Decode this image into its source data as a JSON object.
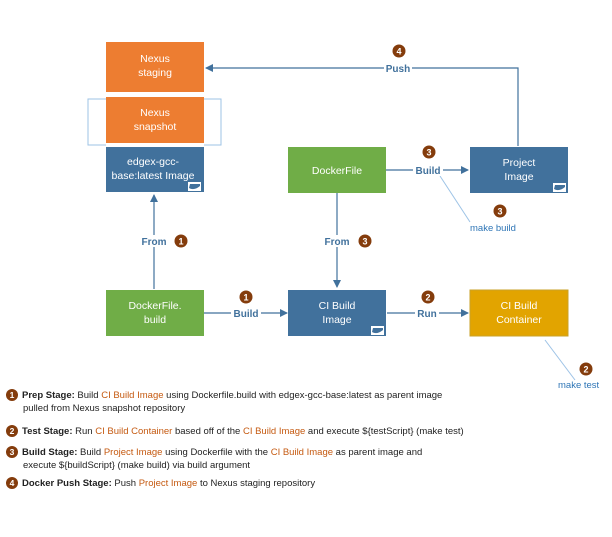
{
  "boxes": {
    "nexus_staging": {
      "line1": "Nexus",
      "line2": "staging"
    },
    "nexus_snapshot": {
      "line1": "Nexus",
      "line2": "snapshot"
    },
    "base_image": {
      "line1": "edgex-gcc-",
      "line2": "base:latest Image"
    },
    "dockerfile": {
      "line1": "DockerFile"
    },
    "project_image": {
      "line1": "Project",
      "line2": "Image"
    },
    "dockerfile_build": {
      "line1": "DockerFile.",
      "line2": "build"
    },
    "ci_build_image": {
      "line1": "CI Build",
      "line2": "Image"
    },
    "ci_build_container": {
      "line1": "CI Build",
      "line2": "Container"
    }
  },
  "edges": {
    "push": {
      "label": "Push",
      "step": "4"
    },
    "build_dockerfile": {
      "label": "Build",
      "step": "3"
    },
    "from_left": {
      "label": "From",
      "step": "1"
    },
    "from_right": {
      "label": "From",
      "step": "3"
    },
    "build_ci": {
      "label": "Build",
      "step": "1"
    },
    "run": {
      "label": "Run",
      "step": "2"
    }
  },
  "callouts": {
    "make_build": {
      "label": "make build",
      "step": "3"
    },
    "make_test": {
      "label": "make test",
      "step": "2"
    }
  },
  "legend": [
    {
      "step": "1",
      "stage": "Prep Stage:",
      "segments": [
        {
          "t": " Build ",
          "hl": false
        },
        {
          "t": "CI Build Image",
          "hl": true
        },
        {
          "t": " using Dockerfile.build with edgex-gcc-base:latest as parent image",
          "hl": false
        }
      ],
      "line2": "pulled from Nexus snapshot repository"
    },
    {
      "step": "2",
      "stage": "Test Stage:",
      "segments": [
        {
          "t": " Run ",
          "hl": false
        },
        {
          "t": "CI Build Container",
          "hl": true
        },
        {
          "t": " based off of the ",
          "hl": false
        },
        {
          "t": "CI Build Image",
          "hl": true
        },
        {
          "t": " and execute ${testScript} (make test)",
          "hl": false
        }
      ],
      "line2": ""
    },
    {
      "step": "3",
      "stage": "Build Stage:",
      "segments": [
        {
          "t": " Build ",
          "hl": false
        },
        {
          "t": "Project Image",
          "hl": true
        },
        {
          "t": " using Dockerfile with the ",
          "hl": false
        },
        {
          "t": "CI Build Image",
          "hl": true
        },
        {
          "t": " as parent image and",
          "hl": false
        }
      ],
      "line2": "execute ${buildScript} (make build) via build argument"
    },
    {
      "step": "4",
      "stage": "Docker Push Stage:",
      "segments": [
        {
          "t": " Push ",
          "hl": false
        },
        {
          "t": "Project Image",
          "hl": true
        },
        {
          "t": " to Nexus staging repository",
          "hl": false
        }
      ],
      "line2": ""
    }
  ],
  "colors": {
    "orange": "#ed7d31",
    "green": "#70ad47",
    "blue": "#41719c",
    "gold": "#e2a400",
    "badge": "#843c0c",
    "arrow": "#41719c",
    "highlight": "#c55a11"
  }
}
